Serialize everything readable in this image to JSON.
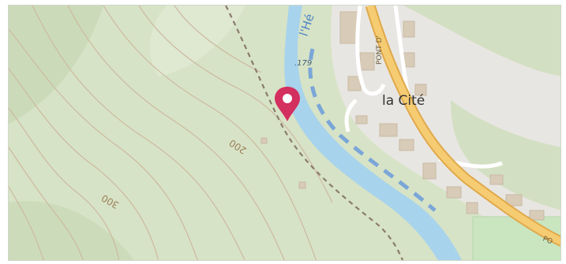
{
  "map": {
    "colors": {
      "terrain": "#d7e3c6",
      "terrain_shade": "#c6d6b3",
      "contour": "#cdb9a0",
      "water": "#a8d3ec",
      "water_dash": "#7aa6d8",
      "road_fill": "#f6cc73",
      "road_casing": "#e0a94a",
      "built_area": "#e3e1dd",
      "building": "#d8cbb8",
      "park": "#c9e6c0",
      "marker": "#d32f5f",
      "trail": "#8a7c6c"
    },
    "labels": {
      "river": "l'Hé",
      "river_elevation": ".179",
      "place": "la Cité",
      "road_north": "PONT D'",
      "road_south": "PO",
      "contour_200": "200",
      "contour_300": "300"
    },
    "marker": {
      "icon": "map-pin-icon"
    }
  }
}
